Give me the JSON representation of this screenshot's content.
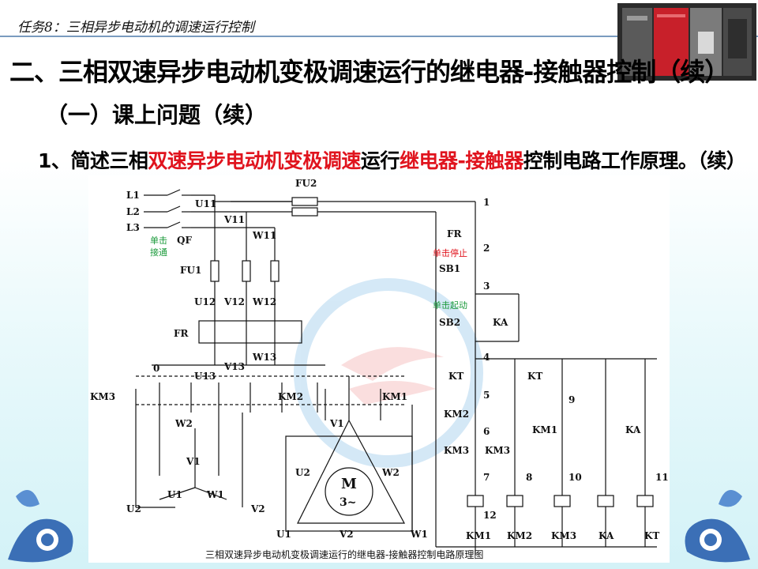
{
  "header": {
    "task_title": "任务8：三相异步电动机的调速运行控制"
  },
  "slide": {
    "title": "二、三相双速异步电动机变极调速运行的继电器-接触器控制（续）",
    "subtitle": "（一）课上问题（续）",
    "question": {
      "prefix": "1、简述三相",
      "red1": "双速异步电动机变极调速",
      "mid": "运行",
      "red2": "继电器-接触器",
      "suffix": "控制电路工作原理。（续）"
    }
  },
  "diagram": {
    "caption": "三相双速异步电动机变极调速运行的继电器-接触器控制电路原理图",
    "labels": {
      "L1": "L1",
      "L2": "L2",
      "L3": "L3",
      "U11": "U11",
      "V11": "V11",
      "W11": "W11",
      "qf_note_1": "单击",
      "qf_note_2": "接通",
      "QF": "QF",
      "FU1": "FU1",
      "FU2": "FU2",
      "U12": "U12",
      "V12": "V12",
      "W12": "W12",
      "FR": "FR",
      "U13": "U13",
      "V13": "V13",
      "W13": "W13",
      "n0": "0",
      "KM3": "KM3",
      "KM2": "KM2",
      "KM1": "KM1",
      "W2": "W2",
      "V1": "V1",
      "U1": "U1",
      "W1": "W1",
      "U2": "U2",
      "V2": "V2",
      "motor_M": "M",
      "motor_phase": "3~",
      "n1": "1",
      "n2": "2",
      "n3": "3",
      "n4": "4",
      "n5": "5",
      "n6": "6",
      "n7": "7",
      "n8": "8",
      "n9": "9",
      "n10": "10",
      "n11": "11",
      "n12": "12",
      "ctl_FR": "FR",
      "stop_note": "单击停止",
      "SB1": "SB1",
      "start_note": "单击起动",
      "SB2": "SB2",
      "KA": "KA",
      "KT": "KT"
    }
  }
}
